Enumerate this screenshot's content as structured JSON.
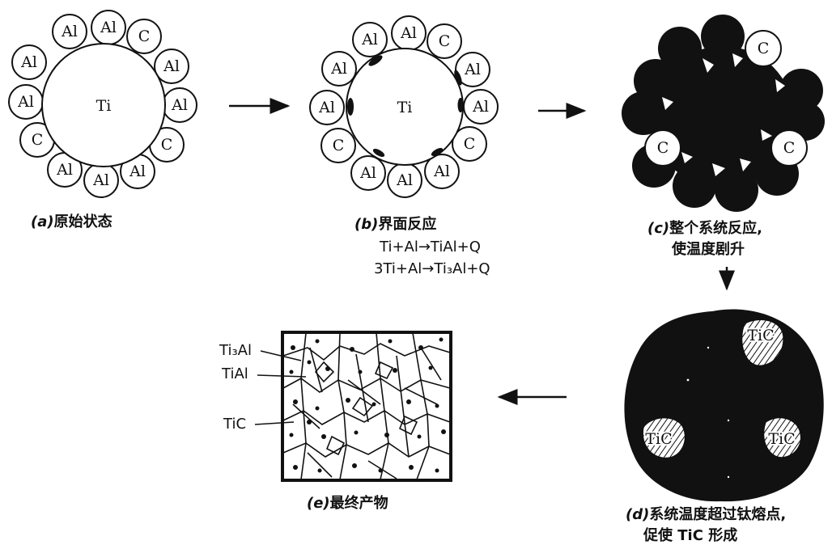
{
  "core": {
    "label": "Ti"
  },
  "panels": {
    "a": {
      "ring": [
        "Al",
        "C",
        "Al",
        "Al",
        "C",
        "Al",
        "Al",
        "Al",
        "C",
        "Al",
        "Al",
        "Al"
      ],
      "caption_tag": "(a)",
      "caption": "原始状态"
    },
    "b": {
      "ring": [
        "Al",
        "C",
        "Al",
        "Al",
        "C",
        "Al",
        "Al",
        "Al",
        "C",
        "Al",
        "Al",
        "Al"
      ],
      "caption_tag": "(b)",
      "caption": "界面反应",
      "equations": [
        "Ti+Al→TiAl+Q",
        "3Ti+Al→Ti₃Al+Q"
      ]
    },
    "c": {
      "ring": [
        "C",
        "C",
        "C"
      ],
      "caption_tag": "(c)",
      "caption_lines": [
        "整个系统反应,",
        "使温度剧升"
      ]
    },
    "d": {
      "ring": [
        "TiC",
        "TiC",
        "TiC"
      ],
      "caption_tag": "(d)",
      "caption_lines": [
        "系统温度超过钛熔点,",
        "促使 TiC 形成"
      ]
    },
    "e": {
      "caption_tag": "(e)",
      "caption": "最终产物",
      "phase_labels": [
        "Ti₃Al",
        "TiAl",
        "TiC"
      ]
    }
  },
  "colors": {
    "ink": "#111111",
    "paper": "#ffffff"
  }
}
